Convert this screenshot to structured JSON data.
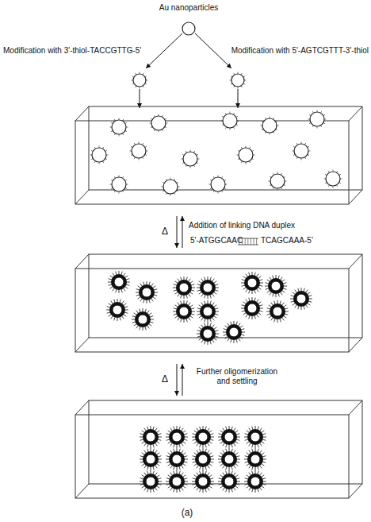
{
  "diagram": {
    "caption": "(a)",
    "labels": [
      "Au nanoparticles",
      "Modification with 3'-thiol-TACCGTTG-5'",
      "Modification with 5'-AGTCGTTT-3'-thiol",
      "Δ",
      "Addition of linking DNA duplex",
      "5'-ATGGCAAC",
      "TCAGCAAA-5'",
      "Δ",
      "Further oligomerization and settling"
    ]
  }
}
